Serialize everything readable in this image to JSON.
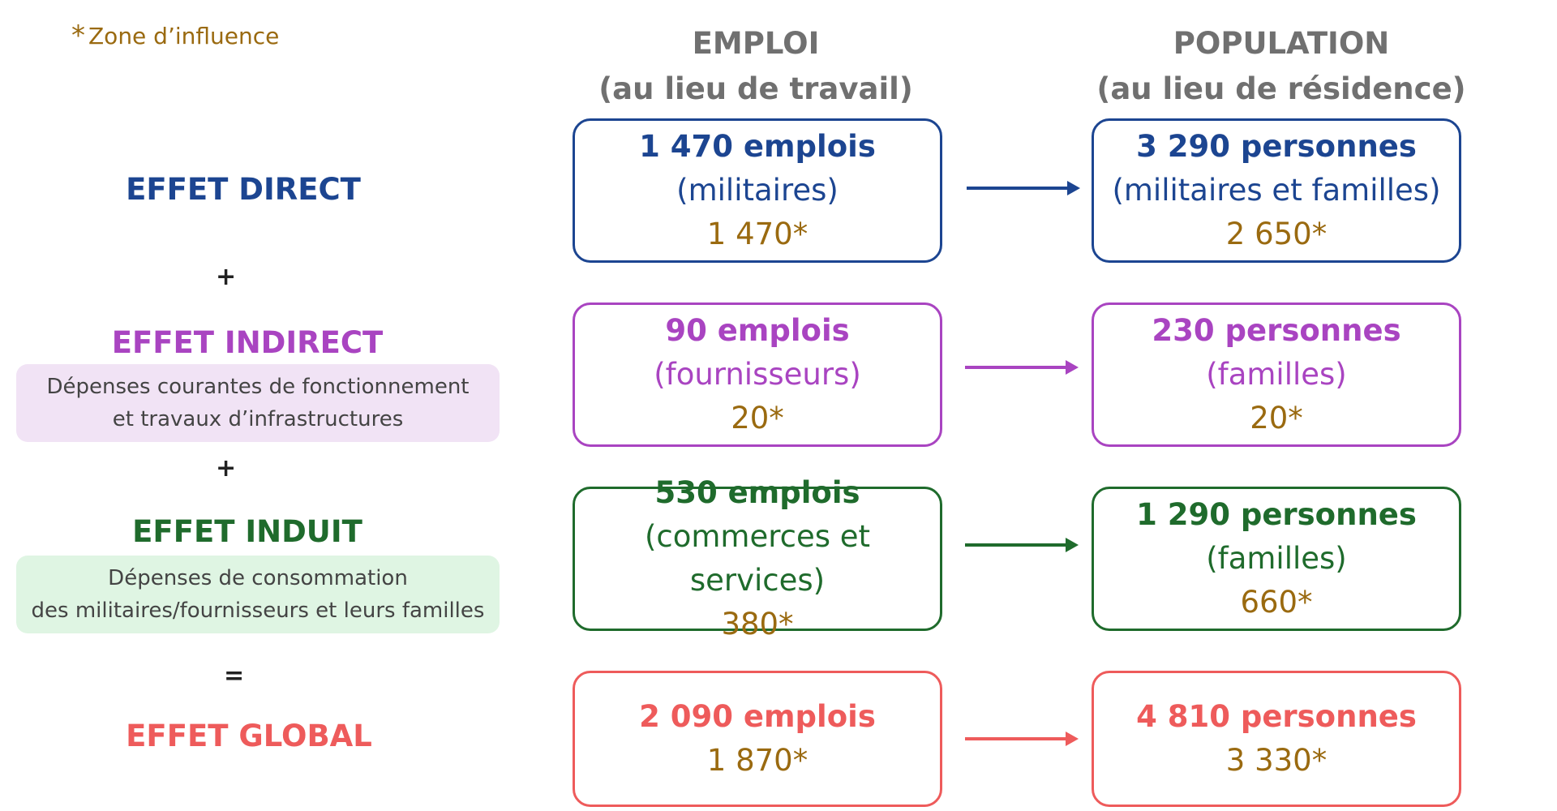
{
  "legend": {
    "star": "*",
    "text": "Zone d’influence"
  },
  "columns": {
    "emploi_title": "EMPLOI",
    "emploi_sub": "(au lieu de travail)",
    "population_title": "POPULATION",
    "population_sub": "(au lieu de résidence)"
  },
  "operators": {
    "plus1": "+",
    "plus2": "+",
    "equals": "="
  },
  "rows": [
    {
      "label": "EFFET DIRECT",
      "color": "#1c4591",
      "emploi": {
        "main": "1 470 emplois",
        "sub": "(militaires)",
        "zone": "1 470*"
      },
      "population": {
        "main": "3 290 personnes",
        "sub": "(militaires et familles)",
        "zone": "2 650*"
      }
    },
    {
      "label": "EFFET INDIRECT",
      "color": "#a944c1",
      "pill": [
        "Dépenses courantes de fonctionnement",
        "et travaux d’infrastructures"
      ],
      "pill_bg": "#f1e3f5",
      "emploi": {
        "main": "90 emplois",
        "sub": "(fournisseurs)",
        "zone": "20*"
      },
      "population": {
        "main": "230 personnes",
        "sub": "(familles)",
        "zone": "20*"
      }
    },
    {
      "label": "EFFET INDUIT",
      "color": "#1f6b2c",
      "pill": [
        "Dépenses de consommation",
        "des militaires/fournisseurs et leurs familles"
      ],
      "pill_bg": "#dff5e3",
      "emploi": {
        "main": "530 emplois",
        "sub": "(commerces et services)",
        "zone": "380*"
      },
      "population": {
        "main": "1 290 personnes",
        "sub": "(familles)",
        "zone": "660*"
      }
    },
    {
      "label": "EFFET GLOBAL",
      "color": "#ee5b5b",
      "emploi": {
        "main": "2 090 emplois",
        "zone": "1 870*"
      },
      "population": {
        "main": "4 810 personnes",
        "zone": "3 330*"
      }
    }
  ]
}
